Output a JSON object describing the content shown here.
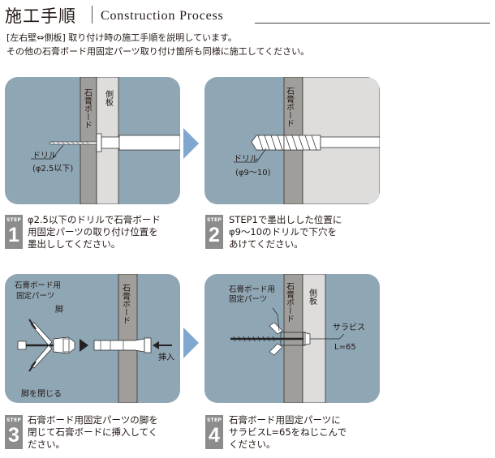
{
  "header": {
    "title_jp": "施工手順",
    "title_en": "Construction Process",
    "intro_line1": "[左右壁⇔側板] 取り付け時の施工手順を説明しています。",
    "intro_line2": "その他の石膏ボード用固定パーツ取り付け箇所も同様に施工してください。"
  },
  "panels": {
    "p1": {
      "board": "石膏ボード",
      "side": "側板",
      "drill": "ドリル",
      "spec": "(φ2.5以下)"
    },
    "p2": {
      "board": "石膏ボード",
      "drill": "ドリル",
      "spec": "(φ9〜10)"
    },
    "p3": {
      "part1": "石膏ボード用",
      "part2": "固定パーツ",
      "leg": "脚",
      "close": "脚を閉じる",
      "insert": "挿入",
      "board": "石膏ボード"
    },
    "p4": {
      "part1": "石膏ボード用",
      "part2": "固定パーツ",
      "board": "石膏ボード",
      "side": "側板",
      "screw1": "サラビス",
      "screw2": "L=65"
    }
  },
  "steps": [
    {
      "label": "STEP",
      "number": "1",
      "lines": [
        "φ2.5以下のドリルで石膏ボード",
        "用固定パーツの取り付け位置を",
        "墨出ししてください。"
      ]
    },
    {
      "label": "STEP",
      "number": "2",
      "lines": [
        "STEP1で墨出しした位置に",
        "φ9〜10のドリルで下穴を",
        "あけてください。"
      ]
    },
    {
      "label": "STEP",
      "number": "3",
      "lines": [
        "石膏ボード用固定パーツの脚を",
        "閉じて石膏ボードに挿入してく",
        "ださい。"
      ]
    },
    {
      "label": "STEP",
      "number": "4",
      "lines": [
        "石膏ボード用固定パーツに",
        "サラビスL=65をねじこんで",
        "ください。"
      ]
    }
  ],
  "colors": {
    "panel_bg": "#8fa6b5",
    "board": "#a09e9b",
    "side_panel": "#dedddb",
    "arrow": "#7fa7cf",
    "badge": "#8c8c8c"
  }
}
